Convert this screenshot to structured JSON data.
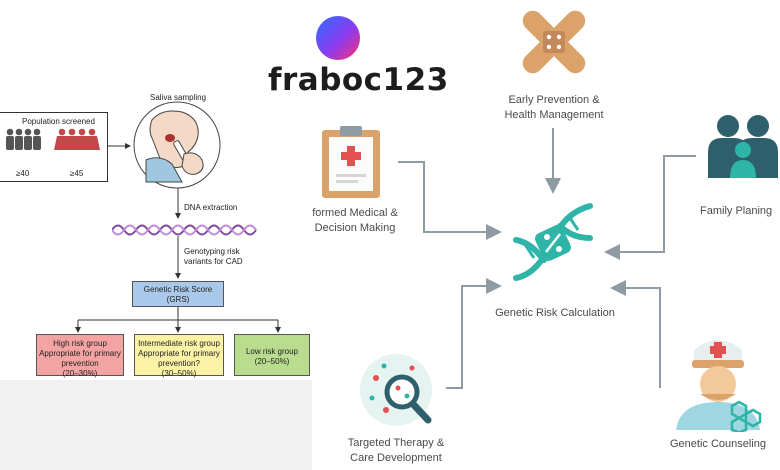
{
  "watermark": {
    "text": "fraboc123"
  },
  "left_flow": {
    "population_title": "Population screened",
    "age_a": "≥40",
    "age_b": "≥45",
    "saliva": "Saliva sampling",
    "dna": "DNA extraction",
    "genotyping": [
      "Genotyping risk",
      "variants for CAD"
    ],
    "grs": [
      "Genetic Risk Score",
      "(GRS)"
    ],
    "high": [
      "High risk group",
      "Appropriate for primary",
      "prevention",
      "(20–30%)"
    ],
    "intermediate": [
      "Intermediate risk group",
      "Appropriate for primary",
      "prevention?",
      "(30–50%)"
    ],
    "low": [
      "Low risk group",
      "(20–50%)"
    ]
  },
  "right_flow": {
    "center": "Genetic Risk Calculation",
    "early": [
      "Early Prevention &",
      "Health Management"
    ],
    "informed": [
      "formed Medical &",
      "Decision Making"
    ],
    "family": "Family Planing",
    "therapy": [
      "Targeted Therapy &",
      "Care Development"
    ],
    "counseling": "Genetic Counseling"
  },
  "colors": {
    "high_fill": "#f4a3a3",
    "intermediate_fill": "#fbf2a6",
    "low_fill": "#b9dc8f",
    "grs_fill": "#a9c8ea",
    "teal": "#2fb5a7",
    "dark_teal": "#2e5f6c",
    "orange": "#dba36a",
    "arrow_gray": "#8f9ba3"
  }
}
